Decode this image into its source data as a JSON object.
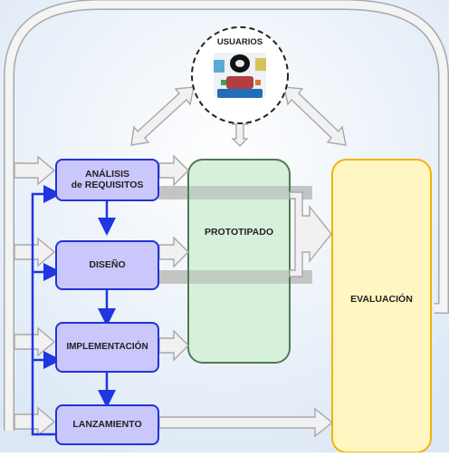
{
  "users": {
    "label": "USUARIOS"
  },
  "phases": [
    {
      "id": "analisis",
      "label": "ANÁLISIS\nde REQUISITOS"
    },
    {
      "id": "diseno",
      "label": "DISEÑO"
    },
    {
      "id": "implementacion",
      "label": "IMPLEMENTACIÓN"
    },
    {
      "id": "lanzamiento",
      "label": "LANZAMIENTO"
    }
  ],
  "prototipado": {
    "label": "PROTOTIPADO"
  },
  "evaluacion": {
    "label": "EVALUACIÓN"
  },
  "colors": {
    "background": "#eef4fb",
    "phase_fill": "#c9c7fb",
    "phase_border": "#2233d6",
    "blue_arrow": "#1f36e0",
    "proto_fill": "#d7f0dc",
    "proto_border": "#4f7a55",
    "eval_fill": "#fff6c2",
    "eval_border": "#f2b400",
    "gray_arrow_fill": "#f1f1f1",
    "gray_arrow_stroke": "#a8a8a8",
    "band": "#c4c4c4"
  }
}
